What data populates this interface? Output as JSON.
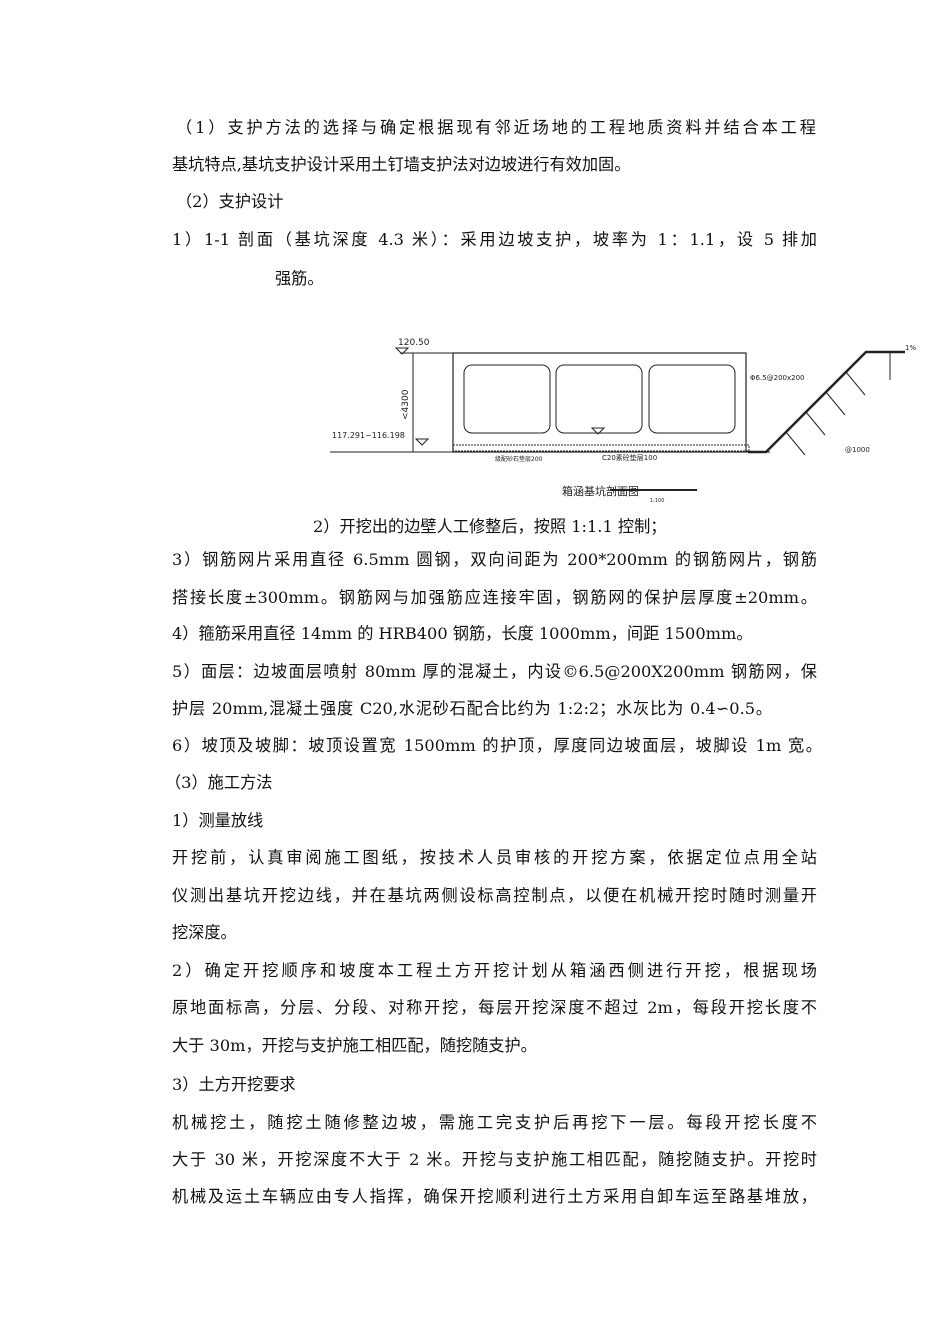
{
  "lines": [
    "（1）支护方法的选择与确定根据现有邻近场地的工程地质资料并结合本工程",
    "基坑特点,基坑支护设计采用土钉墙支护法对边坡进行有效加固。",
    "（2）支护设计",
    "1）1-1 剖面（基坑深度 4.3 米）：采用边坡支护，坡率为 1：1.1，设 5 排加",
    "强筋。",
    "2）开挖出的边壁人工修整后，按照 1:1.1 控制；",
    "3）钢筋网片采用直径 6.5mm 圆钢，双向间距为 200*200mm 的钢筋网片，钢筋",
    "搭接长度±300mm。钢筋网与加强筋应连接牢固，钢筋网的保护层厚度±20mm。",
    "4）箍筋采用直径 14mm 的 HRB400 钢筋，长度 1000mm，间距 1500mm。",
    "5）面层：边坡面层喷射 80mm 厚的混凝土，内设©6.5@200X200mm 钢筋网，保",
    "护层 20mm,混凝土强度 C20,水泥砂石配合比约为 1:2:2；水灰比为 0.4∽0.5。",
    "6）坡顶及坡脚：坡顶设置宽 1500mm 的护顶，厚度同边坡面层，坡脚设 1m 宽。",
    "（3）施工方法",
    "1）测量放线",
    "开挖前，认真审阅施工图纸，按技术人员审核的开挖方案，依据定位点用全站",
    "仪测出基坑开挖边线，并在基坑两侧设标高控制点，以便在机械开挖时随时测量开",
    "挖深度。",
    "2）确定开挖顺序和坡度本工程土方开挖计划从箱涵西侧进行开挖，根据现场",
    "原地面标高，分层、分段、对称开挖，每层开挖深度不超过 2m，每段开挖长度不",
    "大于 30m，开挖与支护施工相匹配，随挖随支护。",
    "3）土方开挖要求",
    "机械挖土，随挖土随修整边坡，需施工完支护后再挖下一层。每段开挖长度不",
    "大于 30 米，开挖深度不大于 2 米。开挖与支护施工相匹配，随挖随支护。开挖时",
    "机械及运土车辆应由专人指挥，确保开挖顺利进行土方采用自卸车运至路基堆放，"
  ],
  "figure": {
    "title": "箱涵基坑剖面图",
    "scale": "1:100",
    "top_elevation": "120.50",
    "depth": "<4300",
    "bottom_elevation": "117.291~116.198",
    "mesh": "Φ6.5@200x200",
    "nail_spacing": "@1000",
    "cushion": "C20素砼垫层100",
    "gravel": "级配砂石垫层200",
    "slope_pct": "1%"
  }
}
